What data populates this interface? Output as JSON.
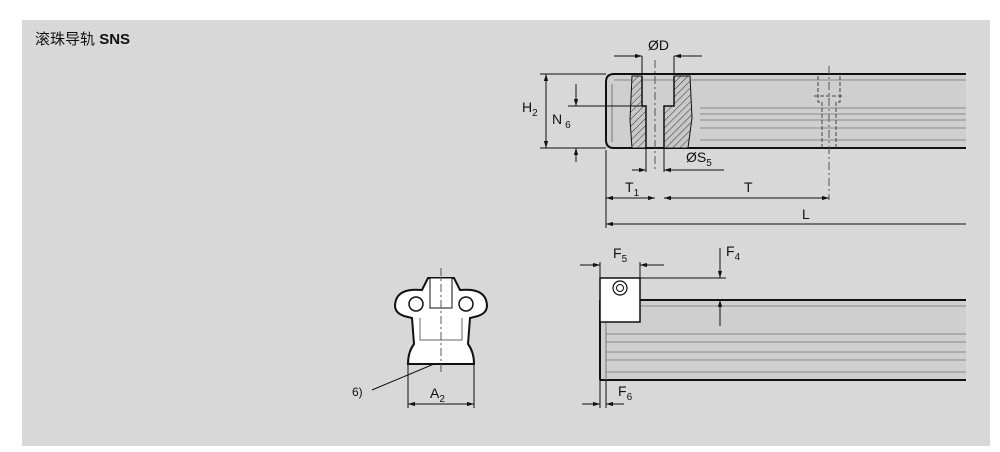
{
  "title": {
    "text": "滚珠导轨",
    "model": "SNS"
  },
  "labels": {
    "D": "ØD",
    "H": "H",
    "H_sub": "2",
    "N": "N",
    "N_sub": "6",
    "S": "ØS",
    "S_sub": "5",
    "T1": "T",
    "T1_sub": "1",
    "T": "T",
    "L": "L",
    "F5": "F",
    "F5_sub": "5",
    "F4": "F",
    "F4_sub": "4",
    "F6": "F",
    "F6_sub": "6",
    "A2": "A",
    "A2_sub": "2",
    "note": "6)"
  }
}
